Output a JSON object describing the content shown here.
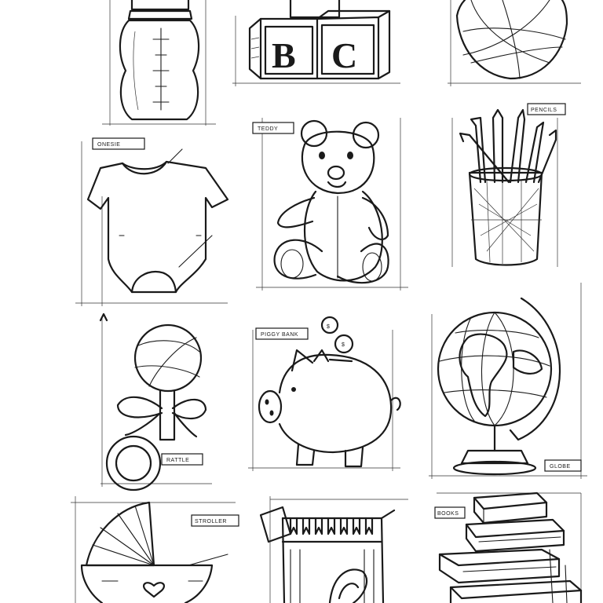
{
  "colors": {
    "ink": "#1a1a1a",
    "paper": "#ffffff"
  },
  "blocks": {
    "letter_b": "B",
    "letter_c": "C"
  },
  "labels": {
    "onesie": "ONESIE",
    "teddy": "TEDDY",
    "pencils": "PENCILS",
    "piggy_bank": "PIGGY BANK",
    "rattle": "RATTLE",
    "globe": "GLOBE",
    "stroller": "STROLLER",
    "books": "BOOKS"
  }
}
